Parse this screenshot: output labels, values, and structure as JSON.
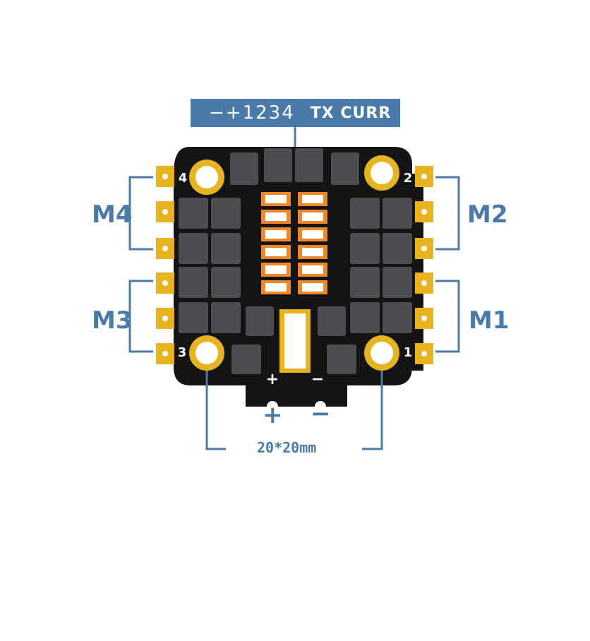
{
  "banner": {
    "pins": "−+1234",
    "signals": "TX CURR"
  },
  "motors": {
    "m1": "M1",
    "m2": "M2",
    "m3": "M3",
    "m4": "M4"
  },
  "board": {
    "hole_labels": {
      "h1": "1",
      "h2": "2",
      "h3": "3",
      "h4": "4"
    },
    "silk_plus": "+",
    "silk_minus": "−"
  },
  "power": {
    "plus": "+",
    "minus": "−"
  },
  "dimension": "20*20mm",
  "colors": {
    "accent": "#4a7aa8",
    "board": "#141414",
    "pad": "#e6b41e",
    "cap": "#f0862a",
    "mosfet": "#4a4c50"
  }
}
